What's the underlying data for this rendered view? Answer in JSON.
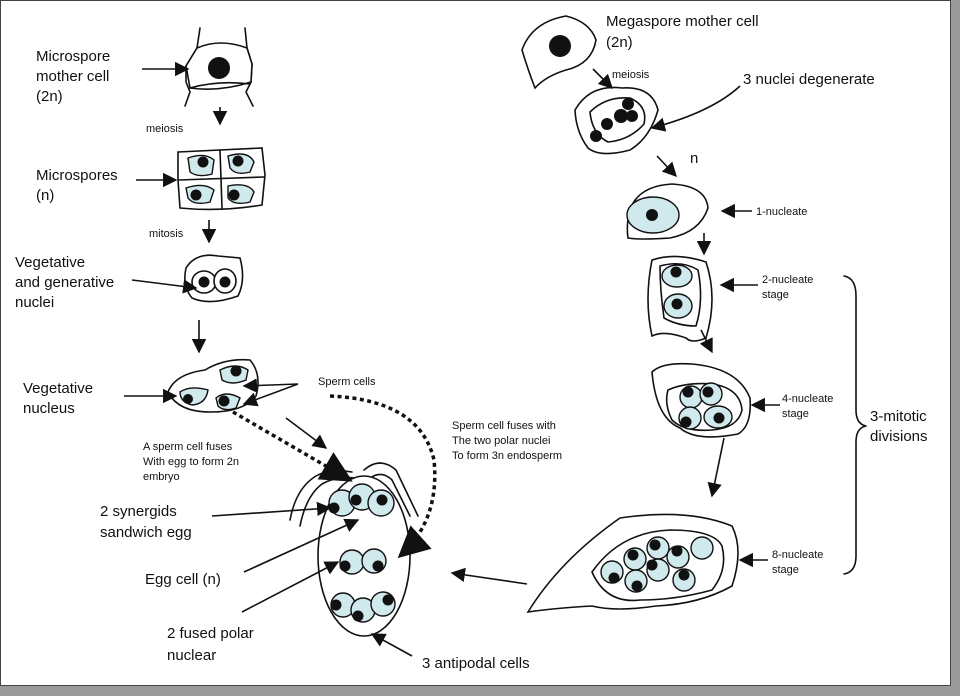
{
  "labels": {
    "microspore_mother_cell": [
      "Microspore",
      "mother cell",
      "(2n)"
    ],
    "meiosis_left": "meiosis",
    "microspores": [
      "Microspores",
      "(n)"
    ],
    "mitosis": "mitosis",
    "veg_gen_nuclei": [
      "Vegetative",
      "and generative",
      "nuclei"
    ],
    "vegetative_nucleus": [
      "Vegetative",
      "nucleus"
    ],
    "sperm_cells": "Sperm cells",
    "sperm_egg_fuse": [
      "A sperm cell fuses",
      "With egg to form 2n",
      "embryo"
    ],
    "sperm_polar_fuse": [
      "Sperm cell fuses with",
      "The two polar nuclei",
      "To form 3n endosperm"
    ],
    "synergids": [
      "2 synergids",
      "sandwich egg"
    ],
    "egg_cell": "Egg cell (n)",
    "fused_polar": [
      "2 fused polar",
      "nuclear"
    ],
    "antipodal": "3 antipodal cells",
    "megaspore_mother_cell": [
      "Megaspore mother cell",
      "(2n)"
    ],
    "meiosis_right": "meiosis",
    "three_nuclei_degenerate": "3 nuclei degenerate",
    "n_label": "n",
    "one_nucleate": "1-nucleate",
    "two_nucleate": [
      "2-nucleate",
      "stage"
    ],
    "four_nucleate": [
      "4-nucleate",
      "stage"
    ],
    "eight_nucleate": [
      "8-nucleate",
      "stage"
    ],
    "three_mitotic": [
      "3-mitotic",
      "divisions"
    ]
  }
}
